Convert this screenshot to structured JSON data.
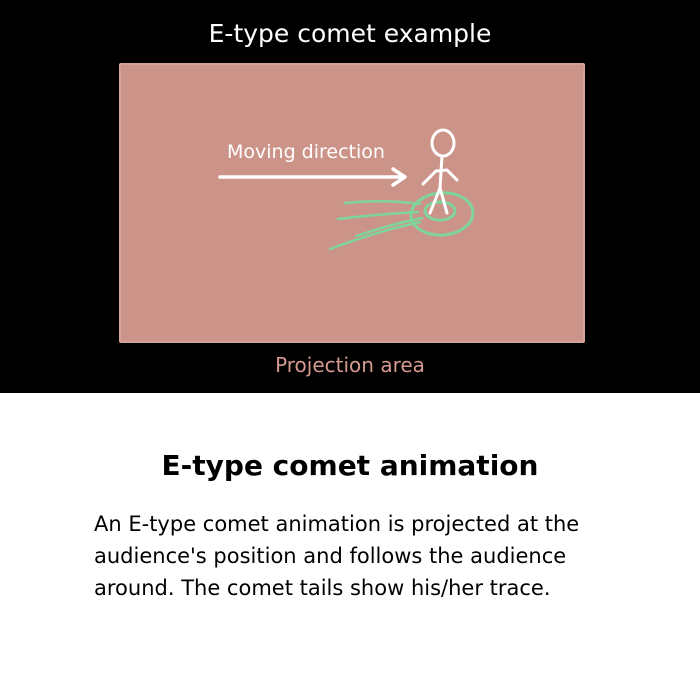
{
  "diagram": {
    "title": "E-type comet example",
    "direction_label": "Moving direction",
    "area_label": "Projection area",
    "icons": [
      "arrow-right-icon",
      "person-icon",
      "comet-icon",
      "comet-tail-icon"
    ]
  },
  "caption": {
    "heading": "E-type comet animation",
    "body": "An E-type comet animation is projected at the audience's position and follows the audience around. The comet tails show his/her trace."
  },
  "colors": {
    "background_top": "#000000",
    "projection_area": "#cc9489",
    "projection_label": "#d59a8f",
    "comet": "#7fd49b",
    "figure": "#ffffff"
  }
}
